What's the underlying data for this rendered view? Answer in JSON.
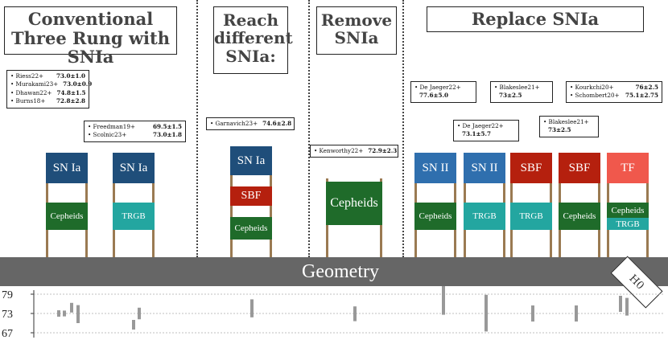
{
  "sections": [
    {
      "title": "Conventional Three Rung with SNIa"
    },
    {
      "title": "Reach different SNIa:"
    },
    {
      "title": "Remove SNIa"
    },
    {
      "title": "Replace SNIa"
    }
  ],
  "refs": {
    "group1": [
      {
        "name": "Riess22+",
        "value": "73.0±1.0"
      },
      {
        "name": "Murakami23+",
        "value": "73.0±0.9"
      },
      {
        "name": "Dhawan22+",
        "value": "74.8±1.5"
      },
      {
        "name": "Burns18+",
        "value": "72.8±2.8"
      }
    ],
    "group2": [
      {
        "name": "Freedman19+",
        "value": "69.5±1.5"
      },
      {
        "name": "Scolnic23+",
        "value": "73.0±1.8"
      }
    ],
    "garnavich": {
      "name": "Garnavich23+",
      "value": "74.6±2.8"
    },
    "kenworthy": {
      "name": "Kenworthy22+",
      "value": "72.9±2.3"
    },
    "dejaeger22": {
      "name": "De Jaeger22+",
      "value": "77.6±5.0"
    },
    "dejaeger22b": {
      "name": "De Jaeger22+",
      "value": "73.1±5.7"
    },
    "blakeslee21a": {
      "name": "Blakeslee21+",
      "value": "73±2.5"
    },
    "blakeslee21b": {
      "name": "Blakeslee21+",
      "value": "73±2.5"
    },
    "group_tf": [
      {
        "name": "Kourkchi20+",
        "value": "76±2.5"
      },
      {
        "name": "Schombert20+",
        "value": "75.1±2.75"
      }
    ]
  },
  "ladders": [
    {
      "rungs": [
        "SN Ia",
        "Cepheids"
      ]
    },
    {
      "rungs": [
        "SN Ia",
        "TRGB"
      ]
    },
    {
      "rungs": [
        "SN Ia",
        "SBF",
        "Cepheids"
      ]
    },
    {
      "rungs": [
        "Cepheids"
      ]
    },
    {
      "rungs": [
        "SN II",
        "Cepheids"
      ]
    },
    {
      "rungs": [
        "SN II",
        "TRGB"
      ]
    },
    {
      "rungs": [
        "SBF",
        "TRGB"
      ]
    },
    {
      "rungs": [
        "SBF",
        "Cepheids"
      ]
    },
    {
      "rungs": [
        "TF",
        "Cepheids",
        "TRGB"
      ]
    }
  ],
  "colors": {
    "sn": "#1f4e7a",
    "sn2": "#2f6fae",
    "cepheids": "#1f6b2a",
    "trgb": "#23a6a0",
    "sbf": "#b5200e",
    "tf": "#f0584c",
    "rail": "#9a7a52",
    "geometry": "#666666",
    "errbar": "#999999"
  },
  "geometry_label": "Geometry",
  "h0_label": "H0",
  "chart_data": {
    "type": "scatter",
    "y_ticks": [
      "79",
      "73",
      "67"
    ],
    "ylim": [
      66,
      80
    ],
    "gridlines": [
      79,
      73,
      67
    ],
    "points": [
      {
        "label": "Riess22+",
        "value": 73.0,
        "err": 1.0
      },
      {
        "label": "Murakami23+",
        "value": 73.0,
        "err": 0.9
      },
      {
        "label": "Dhawan22+",
        "value": 74.8,
        "err": 1.5
      },
      {
        "label": "Burns18+",
        "value": 72.8,
        "err": 2.8
      },
      {
        "label": "Freedman19+",
        "value": 69.5,
        "err": 1.5
      },
      {
        "label": "Scolnic23+",
        "value": 73.0,
        "err": 1.8
      },
      {
        "label": "Garnavich23+",
        "value": 74.6,
        "err": 2.8
      },
      {
        "label": "Kenworthy22+",
        "value": 72.9,
        "err": 2.3
      },
      {
        "label": "De Jaeger22+",
        "value": 77.6,
        "err": 5.0
      },
      {
        "label": "De Jaeger22+",
        "value": 73.1,
        "err": 5.7
      },
      {
        "label": "Blakeslee21+",
        "value": 73.0,
        "err": 2.5
      },
      {
        "label": "Blakeslee21+",
        "value": 73.0,
        "err": 2.5
      },
      {
        "label": "Kourkchi20+",
        "value": 76.0,
        "err": 2.5
      },
      {
        "label": "Schombert20+",
        "value": 75.1,
        "err": 2.75
      }
    ]
  }
}
